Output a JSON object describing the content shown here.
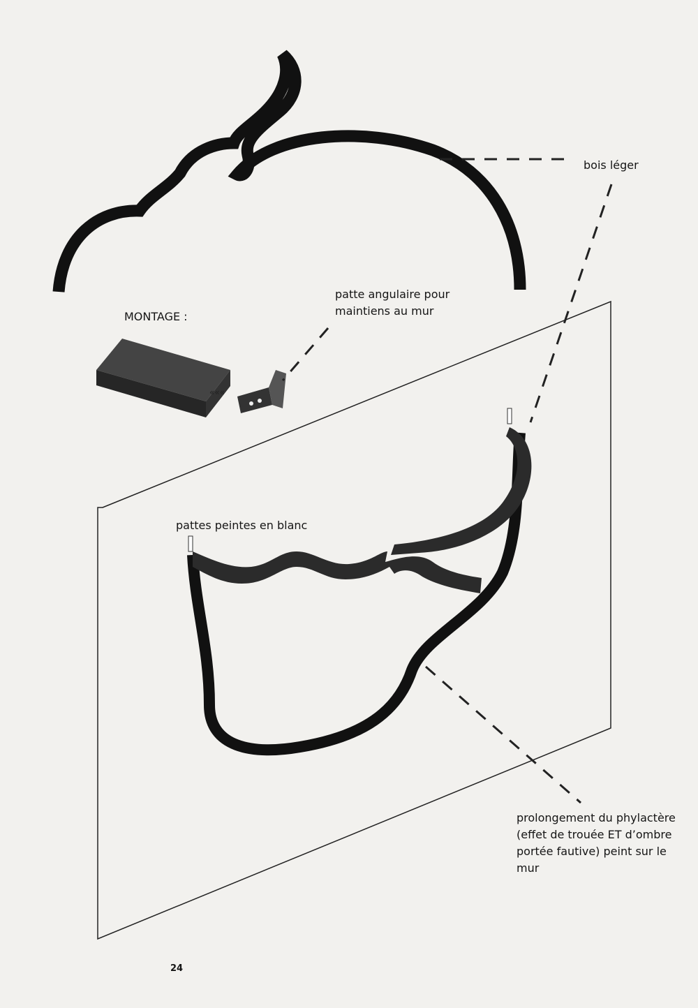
{
  "labels": {
    "bois": "bois léger",
    "patte": "patte angulaire pour maintiens au mur",
    "montage": "MONTAGE :",
    "pattes": "pattes peintes en blanc",
    "prolongement": "prolongement du phylactère (effet de trouée ET d’ombre portée fautive) peint sur le mur"
  },
  "page_number": "24"
}
